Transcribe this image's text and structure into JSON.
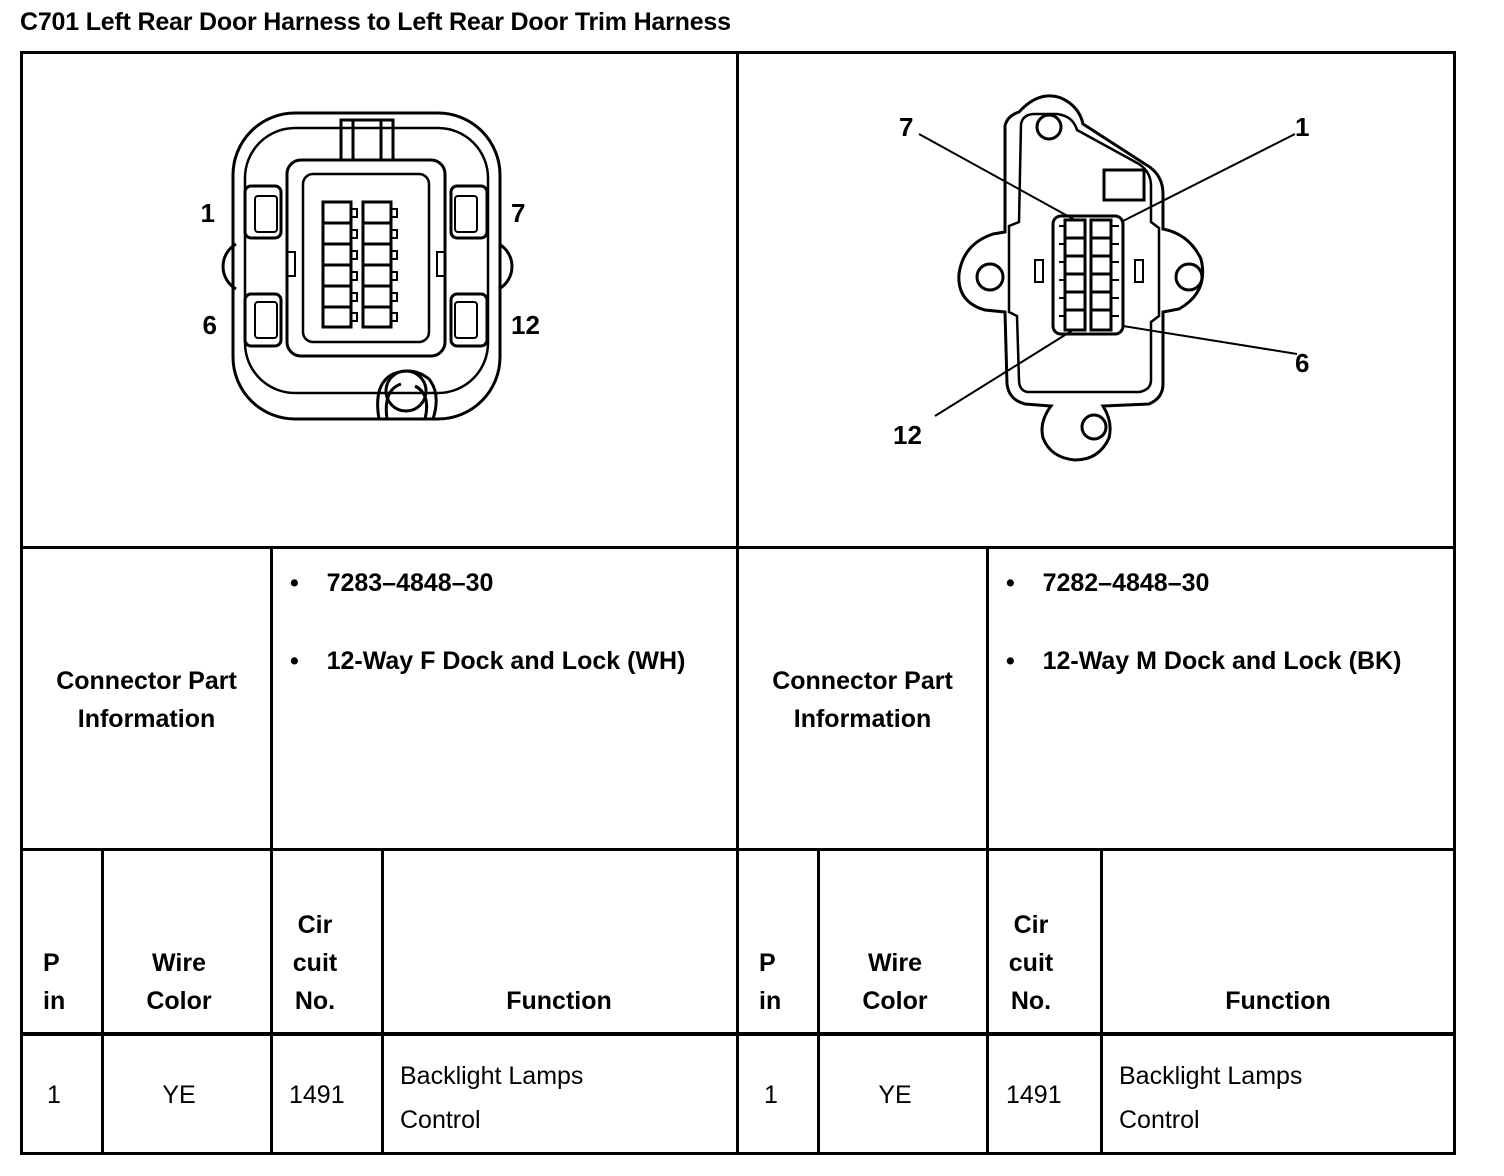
{
  "title": "C701 Left Rear Door Harness to Left Rear Door Trim Harness",
  "left": {
    "pin_labels": {
      "top_left": "1",
      "bottom_left": "6",
      "top_right": "7",
      "bottom_right": "12"
    },
    "connector_label": "Connector Part Information",
    "part_info": [
      {
        "bullet": "•",
        "text": "7283–4848–30"
      },
      {
        "bullet": "•",
        "text": "12-Way F Dock and Lock (WH)"
      }
    ]
  },
  "right": {
    "pin_labels": {
      "upper_left": "7",
      "upper_right": "1",
      "lower_left": "12",
      "lower_right": "6"
    },
    "connector_label": "Connector Part Information",
    "part_info": [
      {
        "bullet": "•",
        "text": "7282–4848–30"
      },
      {
        "bullet": "•",
        "text": "12-Way M Dock and Lock (BK)"
      }
    ]
  },
  "table_headers": {
    "pin": "P in",
    "wire_color": "Wire Color",
    "circuit": "Cir cuit No.",
    "function": "Function"
  },
  "rows": {
    "left": [
      {
        "pin": "1",
        "wire_color": "YE",
        "circuit": "1491",
        "function": "Backlight Lamps Control"
      }
    ],
    "right": [
      {
        "pin": "1",
        "wire_color": "YE",
        "circuit": "1491",
        "function": "Backlight Lamps Control"
      }
    ]
  }
}
